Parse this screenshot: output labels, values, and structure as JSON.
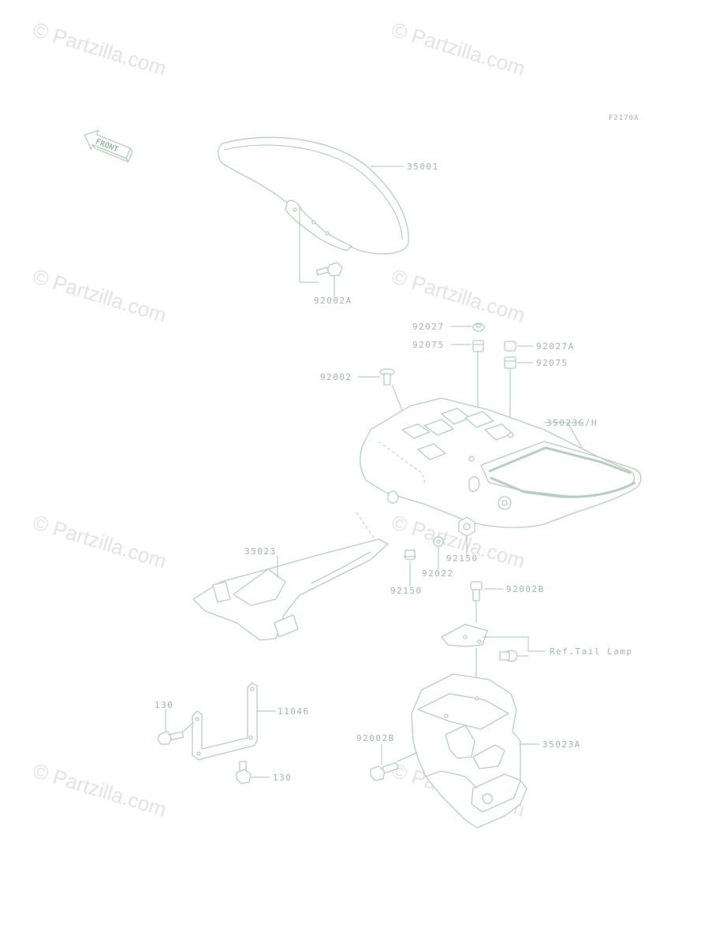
{
  "watermark": "© Partzilla.com",
  "diagram_code": "F2170A",
  "front_arrow": "FRONT",
  "labels": {
    "p35001": "35001",
    "p92002A": "92002A",
    "p92027": "92027",
    "p92075a": "92075",
    "p92027A": "92027A",
    "p92075b": "92075",
    "p92002": "92002",
    "p35023GH": "35023G/H",
    "p35023": "35023",
    "p92150a": "92150",
    "p92022": "92022",
    "p92150b": "92150",
    "p92002B_top": "92002B",
    "ref_tail": "Ref.Tail Lamp",
    "p130_top": "130",
    "p11046": "11046",
    "p130_bottom": "130",
    "p92002B_bottom": "92002B",
    "p35023A": "35023A"
  },
  "colors": {
    "line": "#b7cfc0",
    "text": "#9db8a8",
    "watermark": "#e3e3e3"
  }
}
